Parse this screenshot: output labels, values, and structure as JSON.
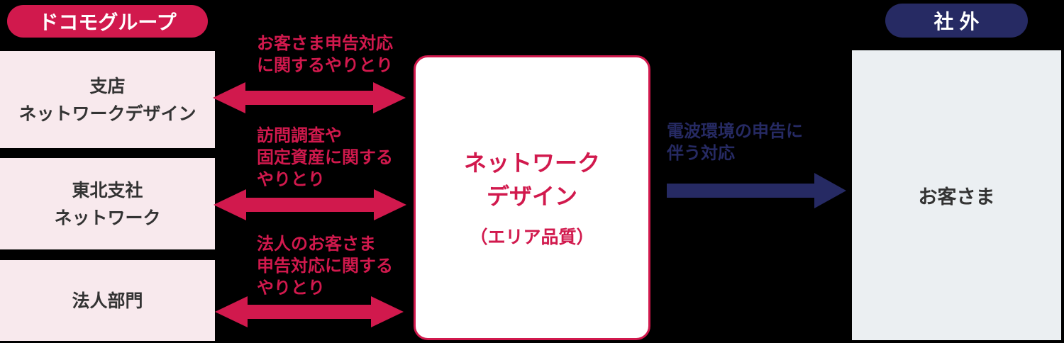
{
  "badges": {
    "docomo_group": "ドコモグループ",
    "external": "社外"
  },
  "left_boxes": [
    {
      "line1": "支店",
      "line2": "ネットワークデザイン"
    },
    {
      "line1": "東北支社",
      "line2": "ネットワーク"
    },
    {
      "line1": "法人部門"
    }
  ],
  "center_box": {
    "title_line1": "ネットワーク",
    "title_line2": "デザイン",
    "subtitle": "（エリア品質）"
  },
  "right_box": {
    "label": "お客さま"
  },
  "arrow_labels": [
    {
      "line1": "お客さま申告対応",
      "line2": "に関するやりとり"
    },
    {
      "line1": "訪問調査や",
      "line2": "固定資産に関する",
      "line3": "やりとり"
    },
    {
      "line1": "法人のお客さま",
      "line2": "申告対応に関する",
      "line3": "やりとり"
    }
  ],
  "outbound_label": {
    "line1": "電波環境の申告に",
    "line2": "伴う対応"
  },
  "colors": {
    "crimson": "#d1194d",
    "navy": "#262a63",
    "pink_box": "#f8e9ed",
    "gray_box": "#ebeff2",
    "dark_text": "#333333",
    "background": "#000000"
  }
}
